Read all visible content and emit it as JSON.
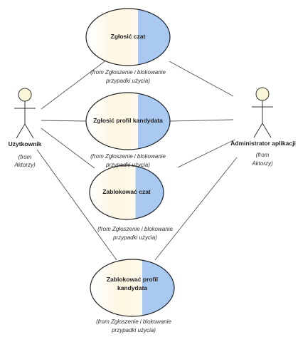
{
  "actors": {
    "user": {
      "name": "Użytkownik",
      "from_line1": "(from",
      "from_line2": "Aktorzy)"
    },
    "admin": {
      "name": "Administrator aplikacji",
      "from_line1": "(from",
      "from_line2": "Aktorzy)"
    }
  },
  "use_cases": [
    {
      "title": "Zgłosić czat",
      "from_line1": "(from Zgłoszenie i blokowanie",
      "from_line2": "przypadki użycia)"
    },
    {
      "title": "Zgłosić profil kandydata",
      "from_line1": "(from Zgłoszenie i blokowanie",
      "from_line2": "przypadki użycia)"
    },
    {
      "title": "Zablokować czat",
      "from_line1": "(from Zgłoszenie i blokowanie",
      "from_line2": "przypadki użycia)"
    },
    {
      "title_line1": "Zablokować profil",
      "title_line2": "kandydata",
      "from_line1": "(from Zgłoszenie i blokowanie",
      "from_line2": "przypadki użycia)"
    }
  ],
  "colors": {
    "ellipse_left": "#fefaee",
    "ellipse_right": "#a9c9f1",
    "actor_head": "#fbf7d9",
    "line": "#555555"
  }
}
